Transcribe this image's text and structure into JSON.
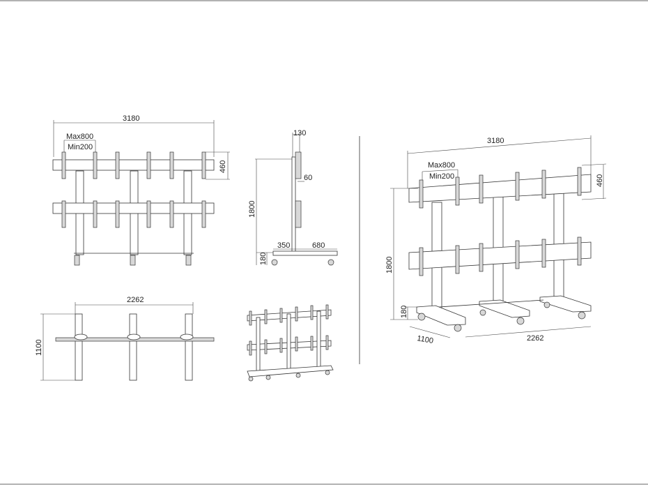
{
  "front_view": {
    "width": "3180",
    "max": "Max800",
    "min": "Min200",
    "height": "460"
  },
  "side_view": {
    "depth_top": "130",
    "offset": "60",
    "height": "1800",
    "base_front": "350",
    "base_back": "680",
    "base_height": "180"
  },
  "top_view": {
    "width": "2262",
    "depth": "1100"
  },
  "iso_view": {
    "width": "3180",
    "max": "Max800",
    "min": "Min200",
    "bracket_height": "460",
    "height": "1800",
    "base_height": "180",
    "depth": "1100",
    "base_width": "2262"
  },
  "colors": {
    "line": "#333333",
    "background": "#ffffff"
  }
}
